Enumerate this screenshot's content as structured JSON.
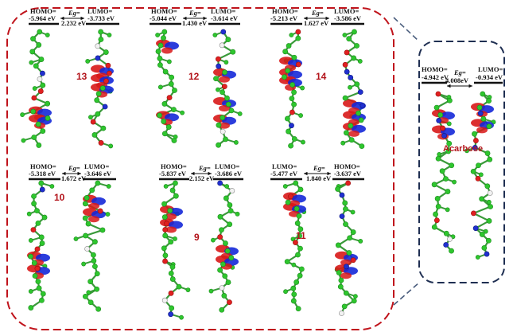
{
  "colors": {
    "main_frame": "#c0141c",
    "acarbose_frame": "#1f2f52",
    "connector": "#4a5d7d",
    "atom_carbon": "#2ec62e",
    "atom_oxygen": "#e02020",
    "atom_nitrogen": "#2030d0",
    "atom_hydrogen": "#f2f2f2",
    "orbital_positive": "#d81818",
    "orbital_negative": "#1428d8",
    "compound_number": "#b3141b"
  },
  "panels": [
    {
      "compound": "13",
      "left_label": "HOMO=",
      "left_value": "-5.964 eV",
      "gap_label": "Eg=",
      "gap_value": "2.232 eV",
      "right_label": "LUMO=",
      "right_value": "-3.733 eV"
    },
    {
      "compound": "12",
      "left_label": "HOMO=",
      "left_value": "-5.044 eV",
      "gap_label": "Eg=",
      "gap_value": "1.430 eV",
      "right_label": "LUMO=",
      "right_value": "-3.614 eV"
    },
    {
      "compound": "14",
      "left_label": "HOMO=",
      "left_value": "-5.213 eV",
      "gap_label": "Eg=",
      "gap_value": "1.627 eV",
      "right_label": "LUMO=",
      "right_value": "-3.586 eV"
    },
    {
      "compound": "10",
      "left_label": "HOMO=",
      "left_value": "-5.318 eV",
      "gap_label": "Eg=",
      "gap_value": "1.672 eV",
      "right_label": "LUMO=",
      "right_value": "-3.646 eV"
    },
    {
      "compound": "9",
      "left_label": "HOMO=",
      "left_value": "-5.837 eV",
      "gap_label": "Eg=",
      "gap_value": "2.152 eV",
      "right_label": "LUMO=",
      "right_value": "-3.686 eV"
    },
    {
      "compound": "11",
      "left_label": "LUMO=",
      "left_value": "-5.477 eV",
      "gap_label": "Eg=",
      "gap_value": "1.840 eV",
      "right_label": "HOMO=",
      "right_value": "-3.637 eV"
    }
  ],
  "acarbose": {
    "name": "Acarbose",
    "left_label": "HOMO=",
    "left_value": "-4.942 eV",
    "gap_label": "Eg=",
    "gap_value": "4.008eV",
    "right_label": "LUMO=",
    "right_value": "-0.934 eV"
  }
}
